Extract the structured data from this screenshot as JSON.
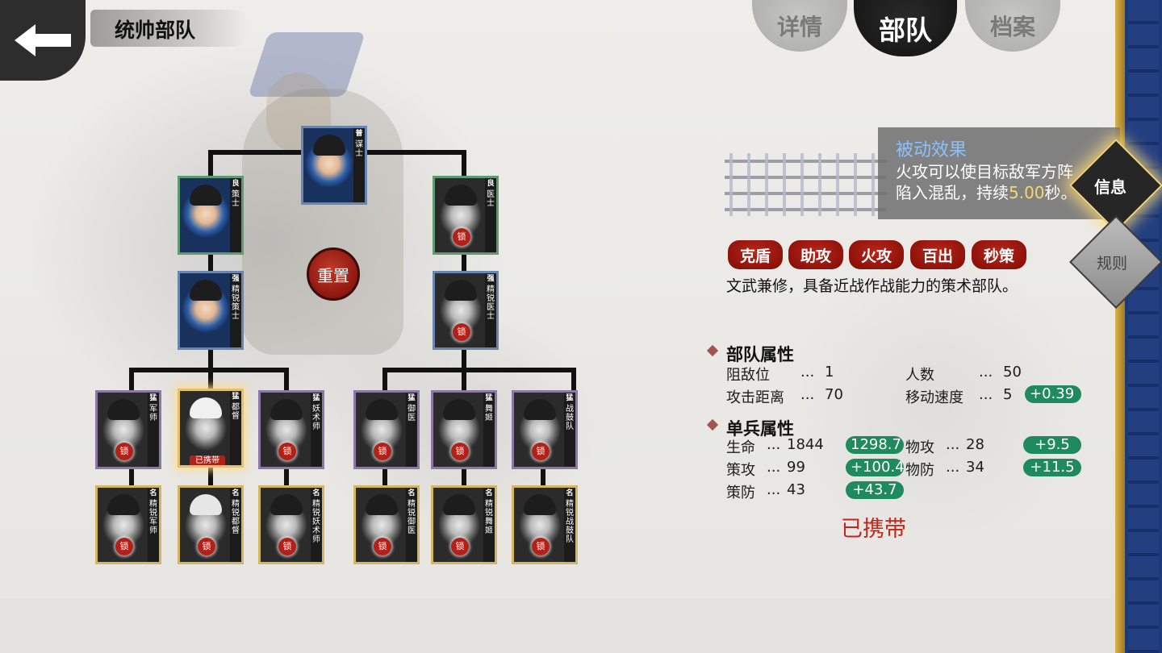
{
  "header": {
    "title": "统帅部队"
  },
  "tabs": [
    {
      "label": "详情",
      "active": false
    },
    {
      "label": "部队",
      "active": true
    },
    {
      "label": "档案",
      "active": false
    }
  ],
  "side_buttons": {
    "info": "信息",
    "rules": "规则"
  },
  "reset_label": "重置",
  "tree": {
    "root": {
      "grade": "普",
      "name": "谋士",
      "locked": false
    },
    "branch_left": [
      {
        "grade": "良",
        "name": "策士",
        "locked": false
      },
      {
        "grade": "强",
        "name": "精锐策士",
        "locked": false
      }
    ],
    "branch_right": [
      {
        "grade": "良",
        "name": "医士",
        "locked": true
      },
      {
        "grade": "强",
        "name": "精锐医士",
        "locked": true
      }
    ],
    "tier3": [
      {
        "grade": "猛",
        "name": "军师",
        "locked": true
      },
      {
        "grade": "猛",
        "name": "都督",
        "locked": false,
        "carried": true
      },
      {
        "grade": "猛",
        "name": "妖术师",
        "locked": true
      },
      {
        "grade": "猛",
        "name": "御医",
        "locked": true
      },
      {
        "grade": "猛",
        "name": "舞姬",
        "locked": true
      },
      {
        "grade": "猛",
        "name": "战鼓队",
        "locked": true
      }
    ],
    "tier4": [
      {
        "grade": "名",
        "name": "精锐军师",
        "locked": true
      },
      {
        "grade": "名",
        "name": "精锐都督",
        "locked": true
      },
      {
        "grade": "名",
        "name": "精锐妖术师",
        "locked": true
      },
      {
        "grade": "名",
        "name": "精锐御医",
        "locked": true
      },
      {
        "grade": "名",
        "name": "精锐舞姬",
        "locked": true
      },
      {
        "grade": "名",
        "name": "精锐战鼓队",
        "locked": true
      }
    ],
    "lock_label": "锁",
    "carried_label": "已携带"
  },
  "tooltip": {
    "title": "被动效果",
    "line1": "火攻可以使目标敌军方阵",
    "line2_prefix": "陷入混乱，持续",
    "duration": "5.00",
    "line2_suffix": "秒。"
  },
  "tags": [
    "克盾",
    "助攻",
    "火攻",
    "百出",
    "秒策"
  ],
  "description": "文武兼修，具备近战作战能力的策术部队。",
  "troop_attributes": {
    "title": "部队属性",
    "block": {
      "label": "阻敌位",
      "sep": "...",
      "value": "1"
    },
    "count": {
      "label": "人数",
      "sep": "...",
      "value": "50"
    },
    "range": {
      "label": "攻击距离",
      "sep": "...",
      "value": "70"
    },
    "speed": {
      "label": "移动速度",
      "sep": "...",
      "value": "5",
      "bonus": "+0.39"
    }
  },
  "soldier_attributes": {
    "title": "单兵属性",
    "hp": {
      "label": "生命",
      "sep": "...",
      "value": "1844",
      "bonus": "1298.7"
    },
    "patk": {
      "label": "物攻",
      "sep": "...",
      "value": "28",
      "bonus": "+9.5"
    },
    "satk": {
      "label": "策攻",
      "sep": "...",
      "value": "99",
      "bonus": "+100.4"
    },
    "pdef": {
      "label": "物防",
      "sep": "...",
      "value": "34",
      "bonus": "+11.5"
    },
    "sdef": {
      "label": "策防",
      "sep": "...",
      "value": "43",
      "bonus": "+43.7"
    }
  },
  "status": "已携带",
  "colors": {
    "accent_red": "#b32018",
    "bonus_green": "#1f8a5e",
    "tooltip_title": "#8cc0ff",
    "tooltip_value": "#f4d86c",
    "carried_text": "#c5241b"
  }
}
